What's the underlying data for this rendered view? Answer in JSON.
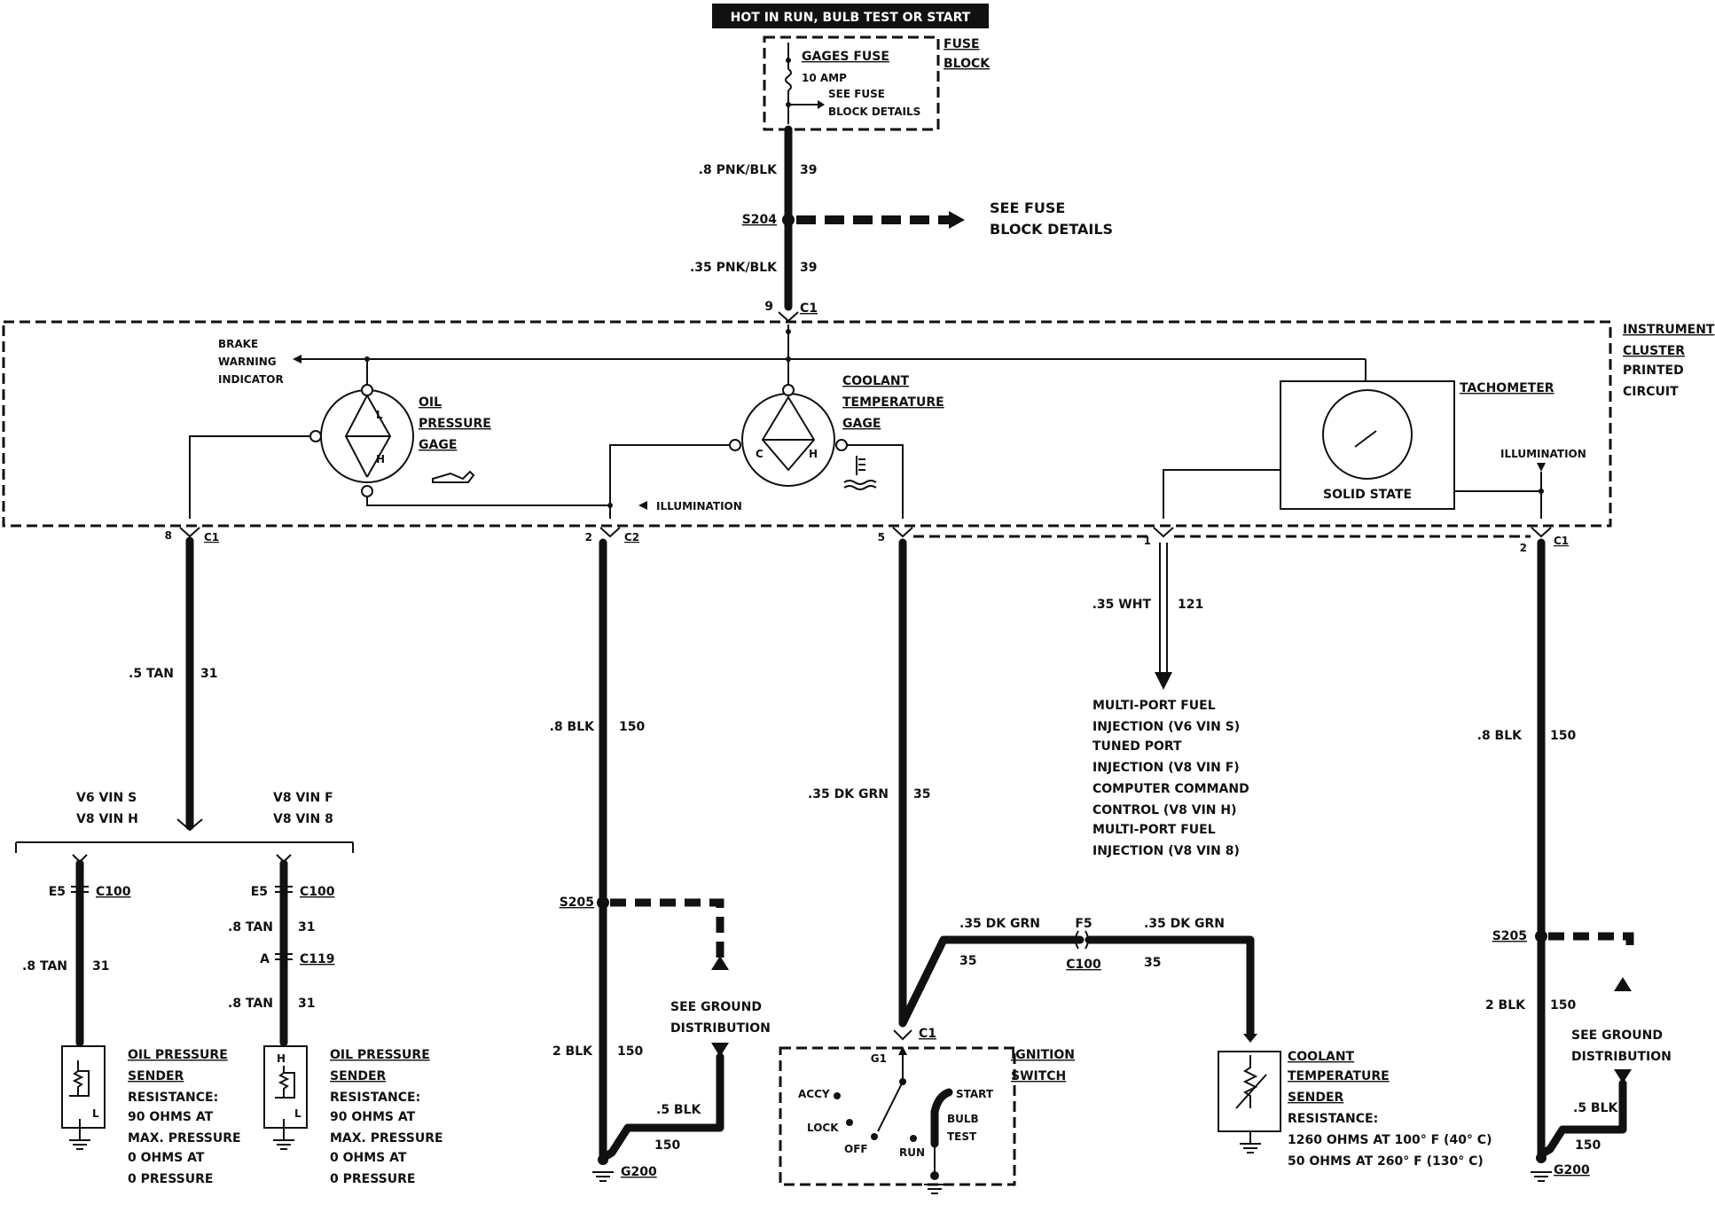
{
  "header": {
    "banner": "HOT IN RUN, BULB TEST OR START"
  },
  "fuse_block": {
    "fuse_name": "GAGES FUSE",
    "rating": "10 AMP",
    "see_line1": "SEE FUSE",
    "see_line2": "BLOCK DETAILS",
    "label_line1": "FUSE",
    "label_line2": "BLOCK"
  },
  "wires": {
    "top_wire": ".8 PNK/BLK",
    "top_circuit": "39",
    "splice_s204": "S204",
    "s204_see_line1": "SEE FUSE",
    "s204_see_line2": "BLOCK DETAILS",
    "mid_wire": ".35 PNK/BLK",
    "mid_circuit": "39",
    "c1_pin": "9",
    "c1_label": "C1"
  },
  "cluster": {
    "label_line1": "INSTRUMENT",
    "label_line2": "CLUSTER",
    "label_line3": "PRINTED",
    "label_line4": "CIRCUIT",
    "brake_line1": "BRAKE",
    "brake_line2": "WARNING",
    "brake_line3": "INDICATOR",
    "oil_gage_line1": "OIL",
    "oil_gage_line2": "PRESSURE",
    "oil_gage_line3": "GAGE",
    "coolant_gage_line1": "COOLANT",
    "coolant_gage_line2": "TEMPERATURE",
    "coolant_gage_line3": "GAGE",
    "illumination_left": "ILLUMINATION",
    "tachometer": "TACHOMETER",
    "solid_state": "SOLID STATE",
    "illumination_right": "ILLUMINATION",
    "gage_L": "L",
    "gage_H": "H",
    "gage_C": "C"
  },
  "connectors": {
    "oil_pin": "8",
    "oil_conn": "C1",
    "illum_pin": "2",
    "illum_conn": "C2",
    "coolant_pin": "5",
    "tach_pin": "1",
    "right_pin": "2",
    "right_conn": "C1"
  },
  "oil_branch": {
    "wire": ".5 TAN",
    "circuit": "31",
    "v6_line1": "V6 VIN S",
    "v6_line2": "V8 VIN H",
    "v8_line1": "V8 VIN F",
    "v8_line2": "V8 VIN 8",
    "left_conn_pin": "E5",
    "left_conn": "C100",
    "left_wire": ".8 TAN",
    "left_circuit": "31",
    "right_conn_pin": "E5",
    "right_conn": "C100",
    "right_wire1": ".8 TAN",
    "right_circuit1": "31",
    "c119_pin": "A",
    "c119": "C119",
    "right_wire2": ".8 TAN",
    "right_circuit2": "31",
    "sender_title_line1": "OIL PRESSURE",
    "sender_title_line2": "SENDER",
    "sender_res": "RESISTANCE:",
    "sender_l1": "90 OHMS AT",
    "sender_l2": "MAX. PRESSURE",
    "sender_l3": "0 OHMS AT",
    "sender_l4": "0 PRESSURE",
    "sender_H": "H",
    "sender_L": "L"
  },
  "ground_left": {
    "wire1": ".8 BLK",
    "circuit1": "150",
    "splice": "S205",
    "see_line1": "SEE GROUND",
    "see_line2": "DISTRIBUTION",
    "wire2": "2 BLK",
    "circuit2": "150",
    "wire3": ".5 BLK",
    "circuit3": "150",
    "ground": "G200"
  },
  "coolant_branch": {
    "wire1": ".35 DK GRN",
    "circuit1": "35",
    "wire2": ".35 DK GRN",
    "circuit2": "35",
    "conn_pin": "F5",
    "conn": "C100",
    "wire3": ".35 DK GRN",
    "circuit3": "35",
    "ign_conn": "C1",
    "ign_pin": "G1",
    "ign_title_line1": "IGNITION",
    "ign_title_line2": "SWITCH",
    "pos_accy": "ACCY",
    "pos_lock": "LOCK",
    "pos_off": "OFF",
    "pos_run": "RUN",
    "pos_start": "START",
    "pos_bulb1": "BULB",
    "pos_bulb2": "TEST",
    "sender_title_line1": "COOLANT",
    "sender_title_line2": "TEMPERATURE",
    "sender_title_line3": "SENDER",
    "sender_res": "RESISTANCE:",
    "sender_l1": "1260 OHMS AT 100° F (40° C)",
    "sender_l2": "50 OHMS AT 260° F (130° C)"
  },
  "tach_branch": {
    "wire": ".35 WHT",
    "circuit": "121",
    "d1": "MULTI-PORT FUEL",
    "d2": "INJECTION (V6 VIN S)",
    "d3": "TUNED PORT",
    "d4": "INJECTION (V8 VIN F)",
    "d5": "COMPUTER COMMAND",
    "d6": "CONTROL (V8 VIN H)",
    "d7": "MULTI-PORT FUEL",
    "d8": "INJECTION (V8 VIN 8)"
  },
  "ground_right": {
    "wire1": ".8 BLK",
    "circuit1": "150",
    "splice": "S205",
    "see_line1": "SEE GROUND",
    "see_line2": "DISTRIBUTION",
    "wire2": "2 BLK",
    "circuit2": "150",
    "wire3": ".5 BLK",
    "circuit3": "150",
    "ground": "G200"
  }
}
